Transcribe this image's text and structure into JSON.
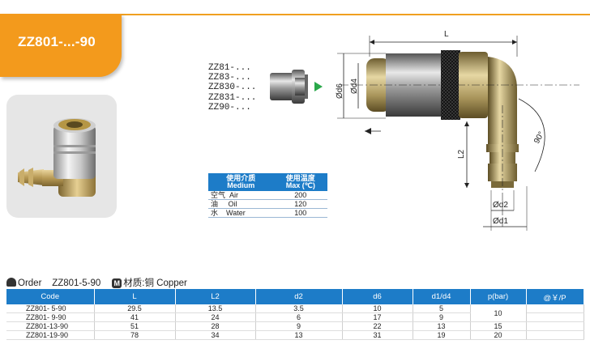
{
  "title": "ZZ801-...-90",
  "series": [
    "ZZ81-...",
    "ZZ83-...",
    "ZZ830-...",
    "ZZ831-...",
    "ZZ90-..."
  ],
  "dimensions": {
    "L": "L",
    "L2": "L2",
    "d6": "Ød6",
    "d4": "Ød4",
    "d2": "Ød2",
    "d1": "Ød1",
    "angle": "90°"
  },
  "medium_table": {
    "headers": [
      "使用介质",
      "Medium",
      "使用温度",
      "Max (℃)"
    ],
    "rows": [
      {
        "cn": "空气",
        "en": "Air",
        "temp": "200"
      },
      {
        "cn": "油",
        "en": "Oil",
        "temp": "120"
      },
      {
        "cn": "水",
        "en": "Water",
        "temp": "100"
      }
    ]
  },
  "order": {
    "label": "Order",
    "code": "ZZ801-5-90",
    "material_icon": "M",
    "material": "材质:铜  Copper"
  },
  "main_table": {
    "headers": [
      "Code",
      "L",
      "L2",
      "d2",
      "d6",
      "d1/d4",
      "p(bar)",
      "@￥/P"
    ],
    "rows": [
      [
        "ZZ801- 5-90",
        "29.5",
        "13.5",
        "3.5",
        "10",
        "5"
      ],
      [
        "ZZ801- 9-90",
        "41",
        "24",
        "6",
        "17",
        "9"
      ],
      [
        "ZZ801-13-90",
        "51",
        "28",
        "9",
        "22",
        "13"
      ],
      [
        "ZZ801-19-90",
        "78",
        "34",
        "13",
        "31",
        "19"
      ]
    ],
    "pressure": [
      "10",
      "15",
      "20"
    ]
  },
  "colors": {
    "accent_orange": "#f39a1c",
    "table_blue": "#1d7cc8",
    "arrow_green": "#2aa84a"
  },
  "icons": [
    "phone-icon",
    "material-icon",
    "flow-arrow-icon"
  ]
}
